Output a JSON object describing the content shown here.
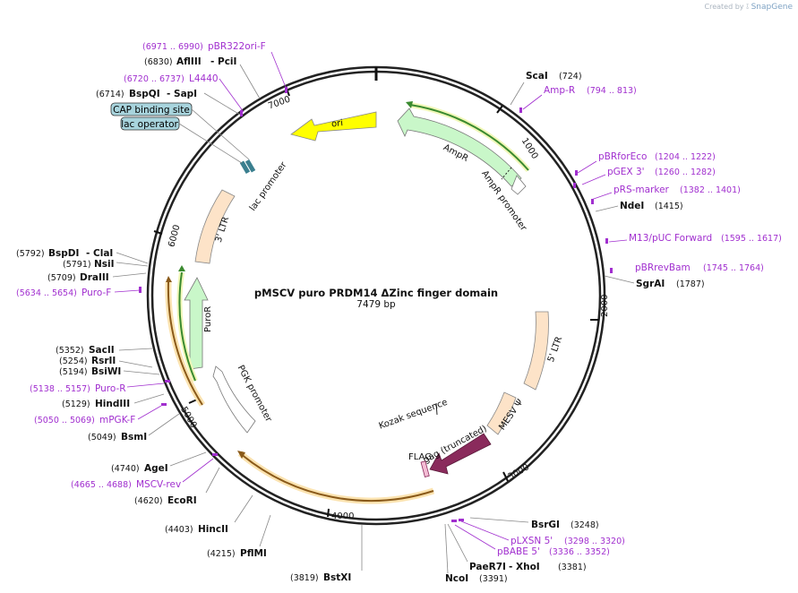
{
  "credit": {
    "prefix": "Created by",
    "brand": "SnapGene"
  },
  "plasmid": {
    "name": "pMSCV puro PRDM14 ΔZinc finger domain",
    "size": "7479 bp"
  },
  "ticks": [
    "1000",
    "2000",
    "3000",
    "4000",
    "5000",
    "6000",
    "7000"
  ],
  "colors": {
    "purple": "#a12fcf",
    "ori": "#ffff00",
    "amp": "#c9f7c9",
    "ltr": "#fde3c8",
    "flag": "#8a2b5c"
  },
  "sites": {
    "ScaI": {
      "name": "ScaI",
      "pos": "(724)"
    },
    "AmpR_primer": {
      "name": "Amp-R",
      "range": "(794 .. 813)"
    },
    "pBRforEco": {
      "name": "pBRforEco",
      "range": "(1204 .. 1222)"
    },
    "pGEX3": {
      "name": "pGEX 3'",
      "range": "(1260 .. 1282)"
    },
    "pRSmarker": {
      "name": "pRS-marker",
      "range": "(1382 .. 1401)"
    },
    "NdeI": {
      "name": "NdeI",
      "pos": "(1415)"
    },
    "M13": {
      "name": "M13/pUC Forward",
      "range": "(1595 .. 1617)"
    },
    "pBRrevBam": {
      "name": "pBRrevBam",
      "range": "(1745 .. 1764)"
    },
    "SgrAI": {
      "name": "SgrAI",
      "pos": "(1787)"
    },
    "BsrGI": {
      "name": "BsrGI",
      "pos": "(3248)"
    },
    "pLXSN": {
      "name": "pLXSN 5'",
      "range": "(3298 .. 3320)"
    },
    "pBABE": {
      "name": "pBABE 5'",
      "range": "(3336 .. 3352)"
    },
    "PaeR7I": {
      "name": "PaeR7I",
      "sep": "- XhoI",
      "pos": "(3381)"
    },
    "NcoI": {
      "name": "NcoI",
      "pos": "(3391)"
    },
    "BstXI": {
      "pos": "(3819)",
      "name": "BstXI"
    },
    "PflMI": {
      "pos": "(4215)",
      "name": "PflMI"
    },
    "HincII": {
      "pos": "(4403)",
      "name": "HincII"
    },
    "EcoRI": {
      "pos": "(4620)",
      "name": "EcoRI"
    },
    "MSCVrev": {
      "range": "(4665 .. 4688)",
      "name": "MSCV-rev"
    },
    "AgeI": {
      "pos": "(4740)",
      "name": "AgeI"
    },
    "BsmI": {
      "pos": "(5049)",
      "name": "BsmI"
    },
    "mPGKF": {
      "range": "(5050 .. 5069)",
      "name": "mPGK-F"
    },
    "HindIII": {
      "pos": "(5129)",
      "name": "HindIII"
    },
    "PuroR_primer": {
      "range": "(5138 .. 5157)",
      "name": "Puro-R"
    },
    "BsiWI": {
      "pos": "(5194)",
      "name": "BsiWI"
    },
    "RsrII": {
      "pos": "(5254)",
      "name": "RsrII"
    },
    "SacII": {
      "pos": "(5352)",
      "name": "SacII"
    },
    "PuroF_primer": {
      "range": "(5634 .. 5654)",
      "name": "Puro-F"
    },
    "DraIII": {
      "pos": "(5709)",
      "name": "DraIII"
    },
    "NsiI": {
      "pos": "(5791)",
      "name": "NsiI"
    },
    "BspDI": {
      "pos": "(5792)",
      "name": "BspDI",
      "sep": "- ClaI"
    },
    "SapI": {
      "pos": "(6714)",
      "name": "BspQI",
      "sep": "- SapI"
    },
    "L4440": {
      "range": "(6720 .. 6737)",
      "name": "L4440"
    },
    "AflIII": {
      "pos": "(6830)",
      "name": "AflIII",
      "sep": "- PciI"
    },
    "pBR322ori": {
      "range": "(6971 .. 6990)",
      "name": "pBR322ori-F"
    }
  },
  "features": {
    "ori": "ori",
    "AmpR": "AmpR",
    "AmpR_promoter": "AmpR promoter",
    "lac_promoter": "lac promoter",
    "LTR3": "3' LTR",
    "PuroR": "PuroR",
    "PGK_promoter": "PGK promoter",
    "LTR5": "5' LTR",
    "MESV": "MESV Ψ",
    "Kozak": "Kozak sequence",
    "gag": "gag (truncated)",
    "FLAG": "FLAG"
  },
  "boxed": {
    "cap": "CAP binding site",
    "lac": "lac operator"
  }
}
